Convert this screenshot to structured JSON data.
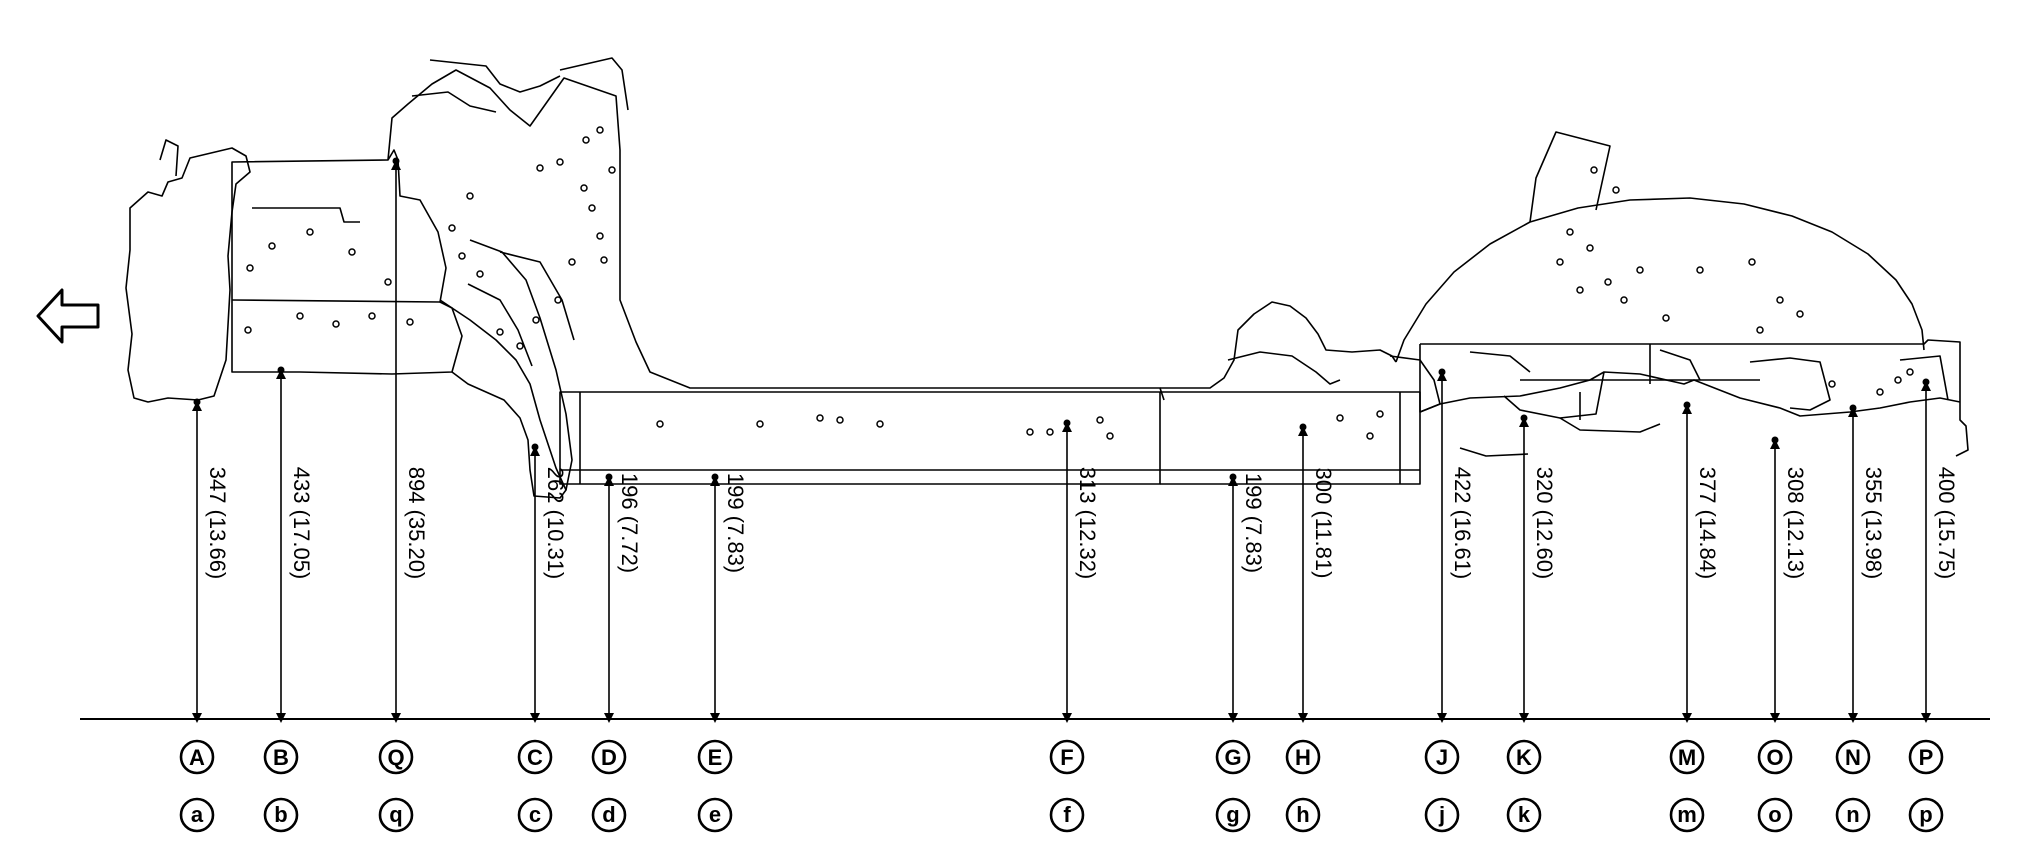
{
  "diagram": {
    "direction_icon": "hollow-arrow-left-icon",
    "points": [
      {
        "id": "a",
        "upper": "A",
        "lower": "a",
        "dimension": "347 (13.66)"
      },
      {
        "id": "b",
        "upper": "B",
        "lower": "b",
        "dimension": "433 (17.05)"
      },
      {
        "id": "q",
        "upper": "Q",
        "lower": "q",
        "dimension": "894 (35.20)"
      },
      {
        "id": "c",
        "upper": "C",
        "lower": "c",
        "dimension": "262 (10.31)"
      },
      {
        "id": "d",
        "upper": "D",
        "lower": "d",
        "dimension": "196 (7.72)"
      },
      {
        "id": "e",
        "upper": "E",
        "lower": "e",
        "dimension": "199 (7.83)"
      },
      {
        "id": "f",
        "upper": "F",
        "lower": "f",
        "dimension": "313 (12.32)"
      },
      {
        "id": "g",
        "upper": "G",
        "lower": "g",
        "dimension": "199 (7.83)"
      },
      {
        "id": "h",
        "upper": "H",
        "lower": "h",
        "dimension": "300 (11.81)"
      },
      {
        "id": "j",
        "upper": "J",
        "lower": "j",
        "dimension": "422 (16.61)"
      },
      {
        "id": "k",
        "upper": "K",
        "lower": "k",
        "dimension": "320 (12.60)"
      },
      {
        "id": "m",
        "upper": "M",
        "lower": "m",
        "dimension": "377 (14.84)"
      },
      {
        "id": "o",
        "upper": "O",
        "lower": "o",
        "dimension": "308 (12.13)"
      },
      {
        "id": "n",
        "upper": "N",
        "lower": "n",
        "dimension": "355 (13.98)"
      },
      {
        "id": "p",
        "upper": "P",
        "lower": "p",
        "dimension": "400 (15.75)"
      }
    ]
  }
}
